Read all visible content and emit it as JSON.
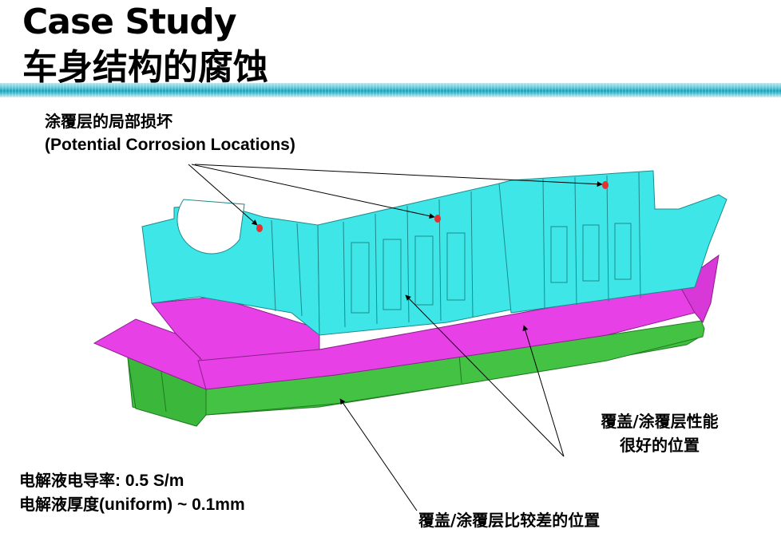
{
  "header": {
    "title_en": "Case Study",
    "title_zh": "车身结构的腐蚀"
  },
  "annotations": {
    "coating_damage_zh": "涂覆层的局部损坏",
    "coating_damage_en": "(Potential Corrosion Locations)",
    "good_coating_line1": "覆盖/涂覆层性能",
    "good_coating_line2": "很好的位置",
    "poor_coating": "覆盖/涂覆层比较差的位置"
  },
  "conditions": {
    "conductivity_label": "电解液电导率",
    "conductivity_value": ": 0.5 S/m",
    "thickness_label": "电解液厚度",
    "thickness_value": "(uniform) ~ 0.1mm"
  },
  "colors": {
    "cyan_panel": "#3fe6e8",
    "magenta_panel": "#e640e6",
    "green_panel": "#3fbf3f",
    "damage_spot": "#e53030"
  }
}
